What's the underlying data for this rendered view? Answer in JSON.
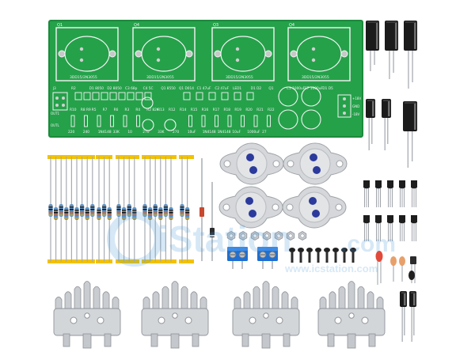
{
  "board": {
    "transistor_labels": [
      "Q1",
      "Q4",
      "Q3",
      "Q4"
    ],
    "pad_labels": [
      "3DD15/2N3055",
      "3DD15/2N3055",
      "3DD15/2N3055",
      "3DD15/2N3055"
    ],
    "row1_labels": [
      "R2",
      "D1 8050",
      "D2 8050",
      "C3 68p",
      "C4 5C",
      "Q1 8550",
      "Q1 D014",
      "C1 47uF",
      "C2 47uF",
      "LED1",
      "D1 D2",
      "Q1",
      "C5 1000uF",
      "C7 1000uF",
      "D1 D5"
    ],
    "row2_labels": [
      "R10",
      "R8 R9",
      "R5",
      "R7",
      "R6",
      "R3",
      "R4",
      "R2 82K",
      "R13",
      "R12",
      "R14",
      "R15",
      "R16",
      "R17",
      "R18",
      "R19",
      "R20",
      "R21",
      "R22"
    ],
    "row3_labels": [
      "220",
      "240",
      "1N4148",
      "33K",
      "10",
      "270",
      "33K",
      "270",
      "10uF",
      "1N4148",
      "1N4148",
      "10uF",
      "1000uF",
      "27"
    ],
    "edge_labels": [
      "J3",
      "OUT1",
      "OUTL",
      "+18V",
      "-18V",
      "GND"
    ]
  },
  "watermark": {
    "brand": "iStation",
    "domain": ".com",
    "url": "www.icstation.com"
  },
  "colors": {
    "pcb": "#25a14a",
    "pcb_dark": "#1c8a3c",
    "silk": "#f4f4f4",
    "resistor_lead_tape": "#f2c200",
    "resistor_body": "#5a92c8",
    "capacitor": "#1b1b1b",
    "heatsink": "#c9ccd0",
    "transistor_case": "#d5d7da",
    "terminal": "#1e6fd1"
  }
}
